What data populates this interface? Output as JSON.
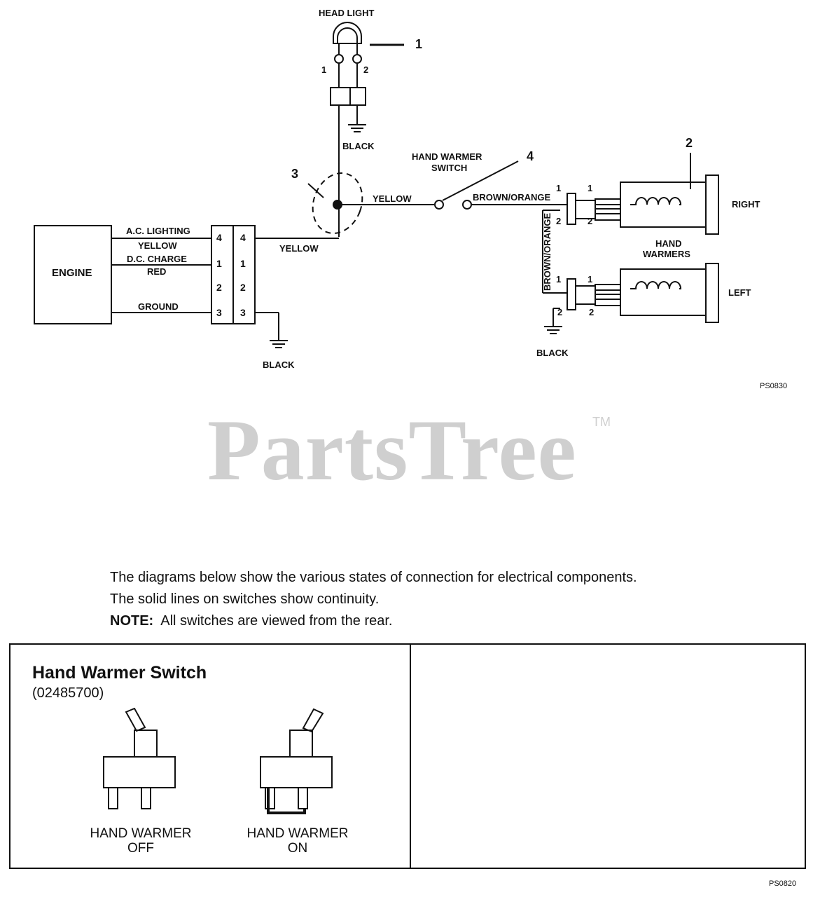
{
  "wiring": {
    "head_light": "HEAD LIGHT",
    "callout_1": "1",
    "callout_2": "2",
    "callout_3": "3",
    "callout_4": "4",
    "pin_1": "1",
    "pin_2": "2",
    "pin_3": "3",
    "pin_4": "4",
    "black": "BLACK",
    "hand_warmer_switch_line1": "HAND WARMER",
    "hand_warmer_switch_line2": "SWITCH",
    "yellow": "YELLOW",
    "brown_orange": "BROWN/ORANGE",
    "right": "RIGHT",
    "left": "LEFT",
    "hand_warmers_line1": "HAND",
    "hand_warmers_line2": "WARMERS",
    "engine": "ENGINE",
    "ac_lighting": "A.C. LIGHTING",
    "dc_charge": "D.C. CHARGE",
    "red": "RED",
    "ground": "GROUND",
    "code_top": "PS0830"
  },
  "watermark": {
    "brand": "PartsTree",
    "tm": "TM"
  },
  "legend": {
    "line1": "The diagrams below show the various states of connection for electrical components.",
    "line2": "The solid lines on switches show continuity.",
    "note_label": "NOTE:",
    "note_text": "All switches are viewed from the rear."
  },
  "switch_panel": {
    "title": "Hand Warmer Switch",
    "part_number": "(02485700)",
    "off_line1": "HAND WARMER",
    "off_line2": "OFF",
    "on_line1": "HAND WARMER",
    "on_line2": "ON"
  },
  "code_bottom": "PS0820"
}
